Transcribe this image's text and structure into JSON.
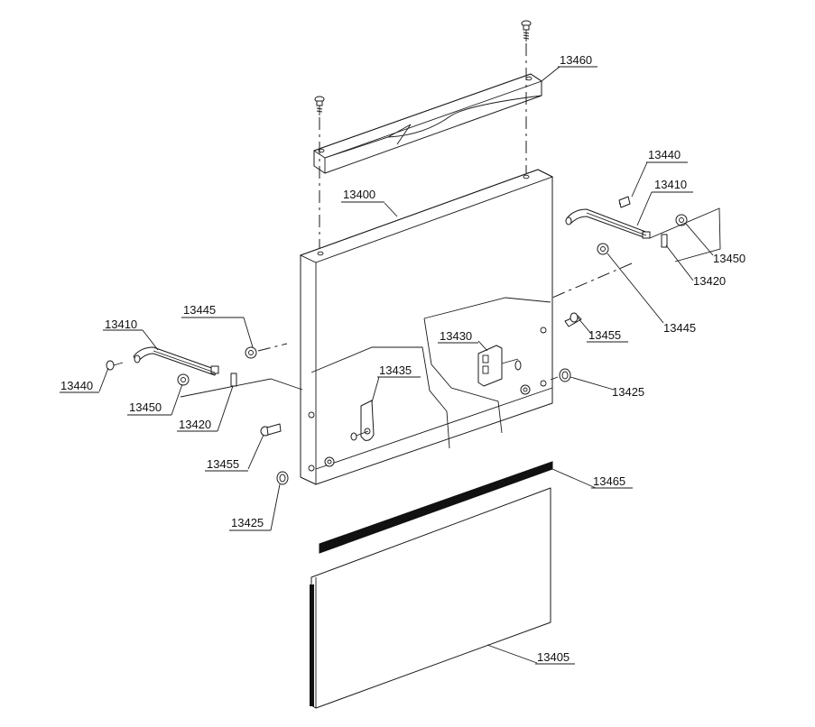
{
  "colors": {
    "line": "#1a1a1a",
    "background": "#ffffff",
    "seal_strip": "#111111"
  },
  "callouts": {
    "c13460": "13460",
    "c13400": "13400",
    "c13440_right": "13440",
    "c13410_right": "13410",
    "c13450_right": "13450",
    "c13420_right": "13420",
    "c13445_right": "13445",
    "c13455_right": "13455",
    "c13425_right": "13425",
    "c13430": "13430",
    "c13435": "13435",
    "c13445_left": "13445",
    "c13410_left": "13410",
    "c13440_left": "13440",
    "c13450_left": "13450",
    "c13420_left": "13420",
    "c13455_left": "13455",
    "c13425_left": "13425",
    "c13465": "13465",
    "c13405": "13405"
  }
}
